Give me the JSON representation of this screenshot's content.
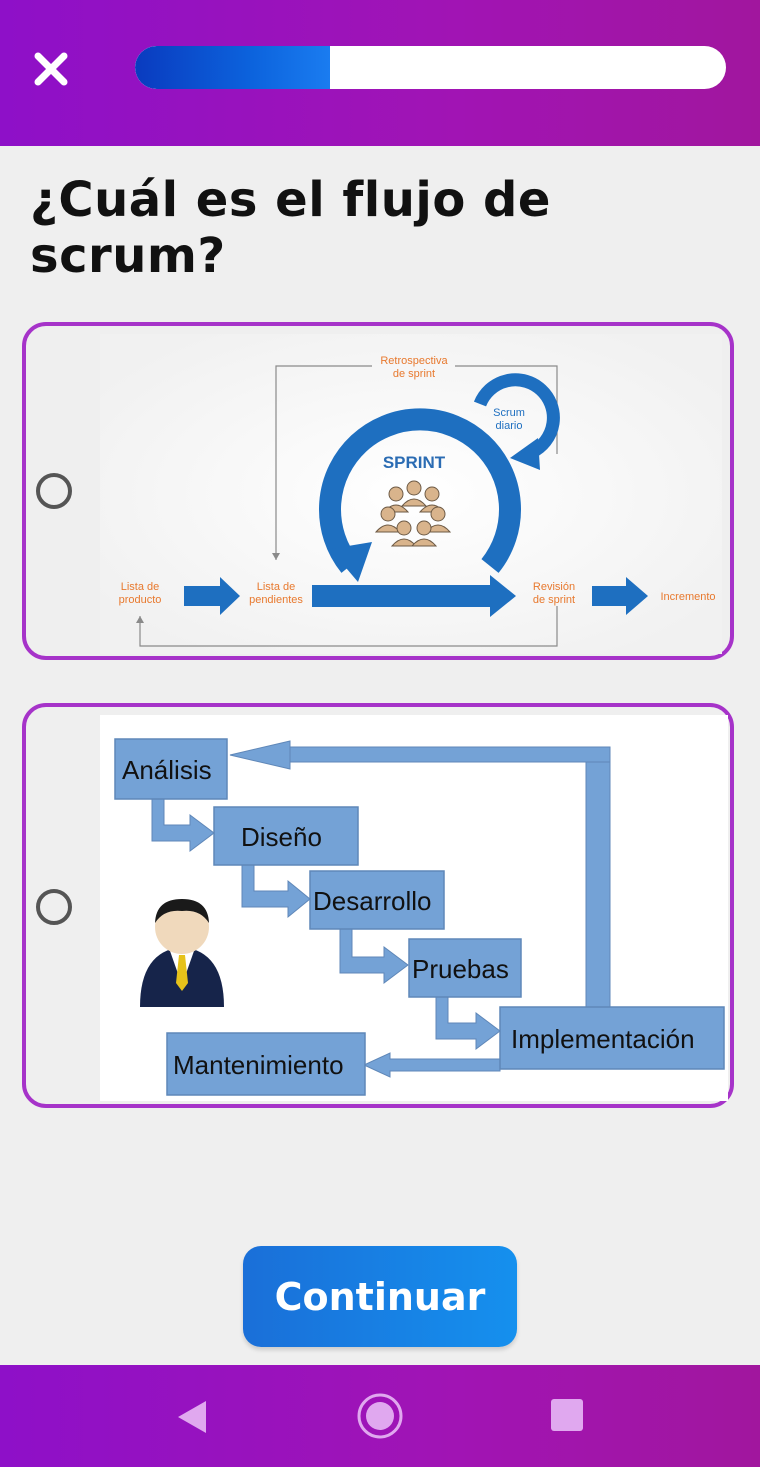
{
  "header": {
    "close_icon": "close-icon",
    "progress_fraction": 0.33
  },
  "question": {
    "text": "¿Cuál es el flujo de scrum?"
  },
  "options": [
    {
      "diagram": {
        "retrospective": [
          "Retrospectiva",
          "de sprint"
        ],
        "daily": [
          "Scrum",
          "diario"
        ],
        "sprint": "SPRINT",
        "product_backlog": [
          "Lista de",
          "producto"
        ],
        "sprint_backlog": [
          "Lista de",
          "pendientes"
        ],
        "review": [
          "Revisión",
          "de sprint"
        ],
        "increment": "Incremento"
      }
    },
    {
      "diagram": {
        "steps": [
          "Análisis",
          "Diseño",
          "Desarrollo",
          "Pruebas",
          "Implementación",
          "Mantenimiento"
        ]
      }
    }
  ],
  "continue_button": {
    "label": "Continuar"
  },
  "navbar": {
    "back_icon": "back-triangle-icon",
    "home_icon": "home-circle-icon",
    "recent_icon": "recent-square-icon"
  },
  "colors": {
    "header_purple": "#9b12bf",
    "option_border": "#a633c9",
    "progress_blue": "#0c63dd",
    "button_blue": "#1a7fe6",
    "diagram_orange": "#e8792e",
    "diagram_blue": "#1e6fc0",
    "waterfall_blue": "#74a2d6"
  }
}
